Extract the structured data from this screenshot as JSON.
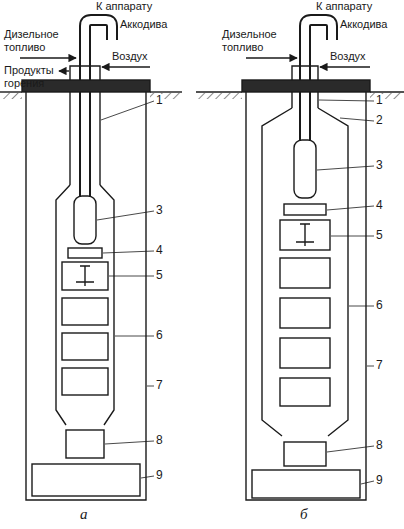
{
  "diagram": {
    "labels": [
      "К аппарату",
      "Аккодива",
      "Дизельное топливо",
      "Продукты горения",
      "Воздух",
      "1",
      "3",
      "4",
      "5",
      "6",
      "7",
      "8",
      "9",
      "а",
      "К аппарату",
      "Аккодива",
      "Дизельное топливо",
      "Воздух",
      "1",
      "2",
      "3",
      "4",
      "5",
      "6",
      "7",
      "8",
      "9",
      "б"
    ]
  }
}
